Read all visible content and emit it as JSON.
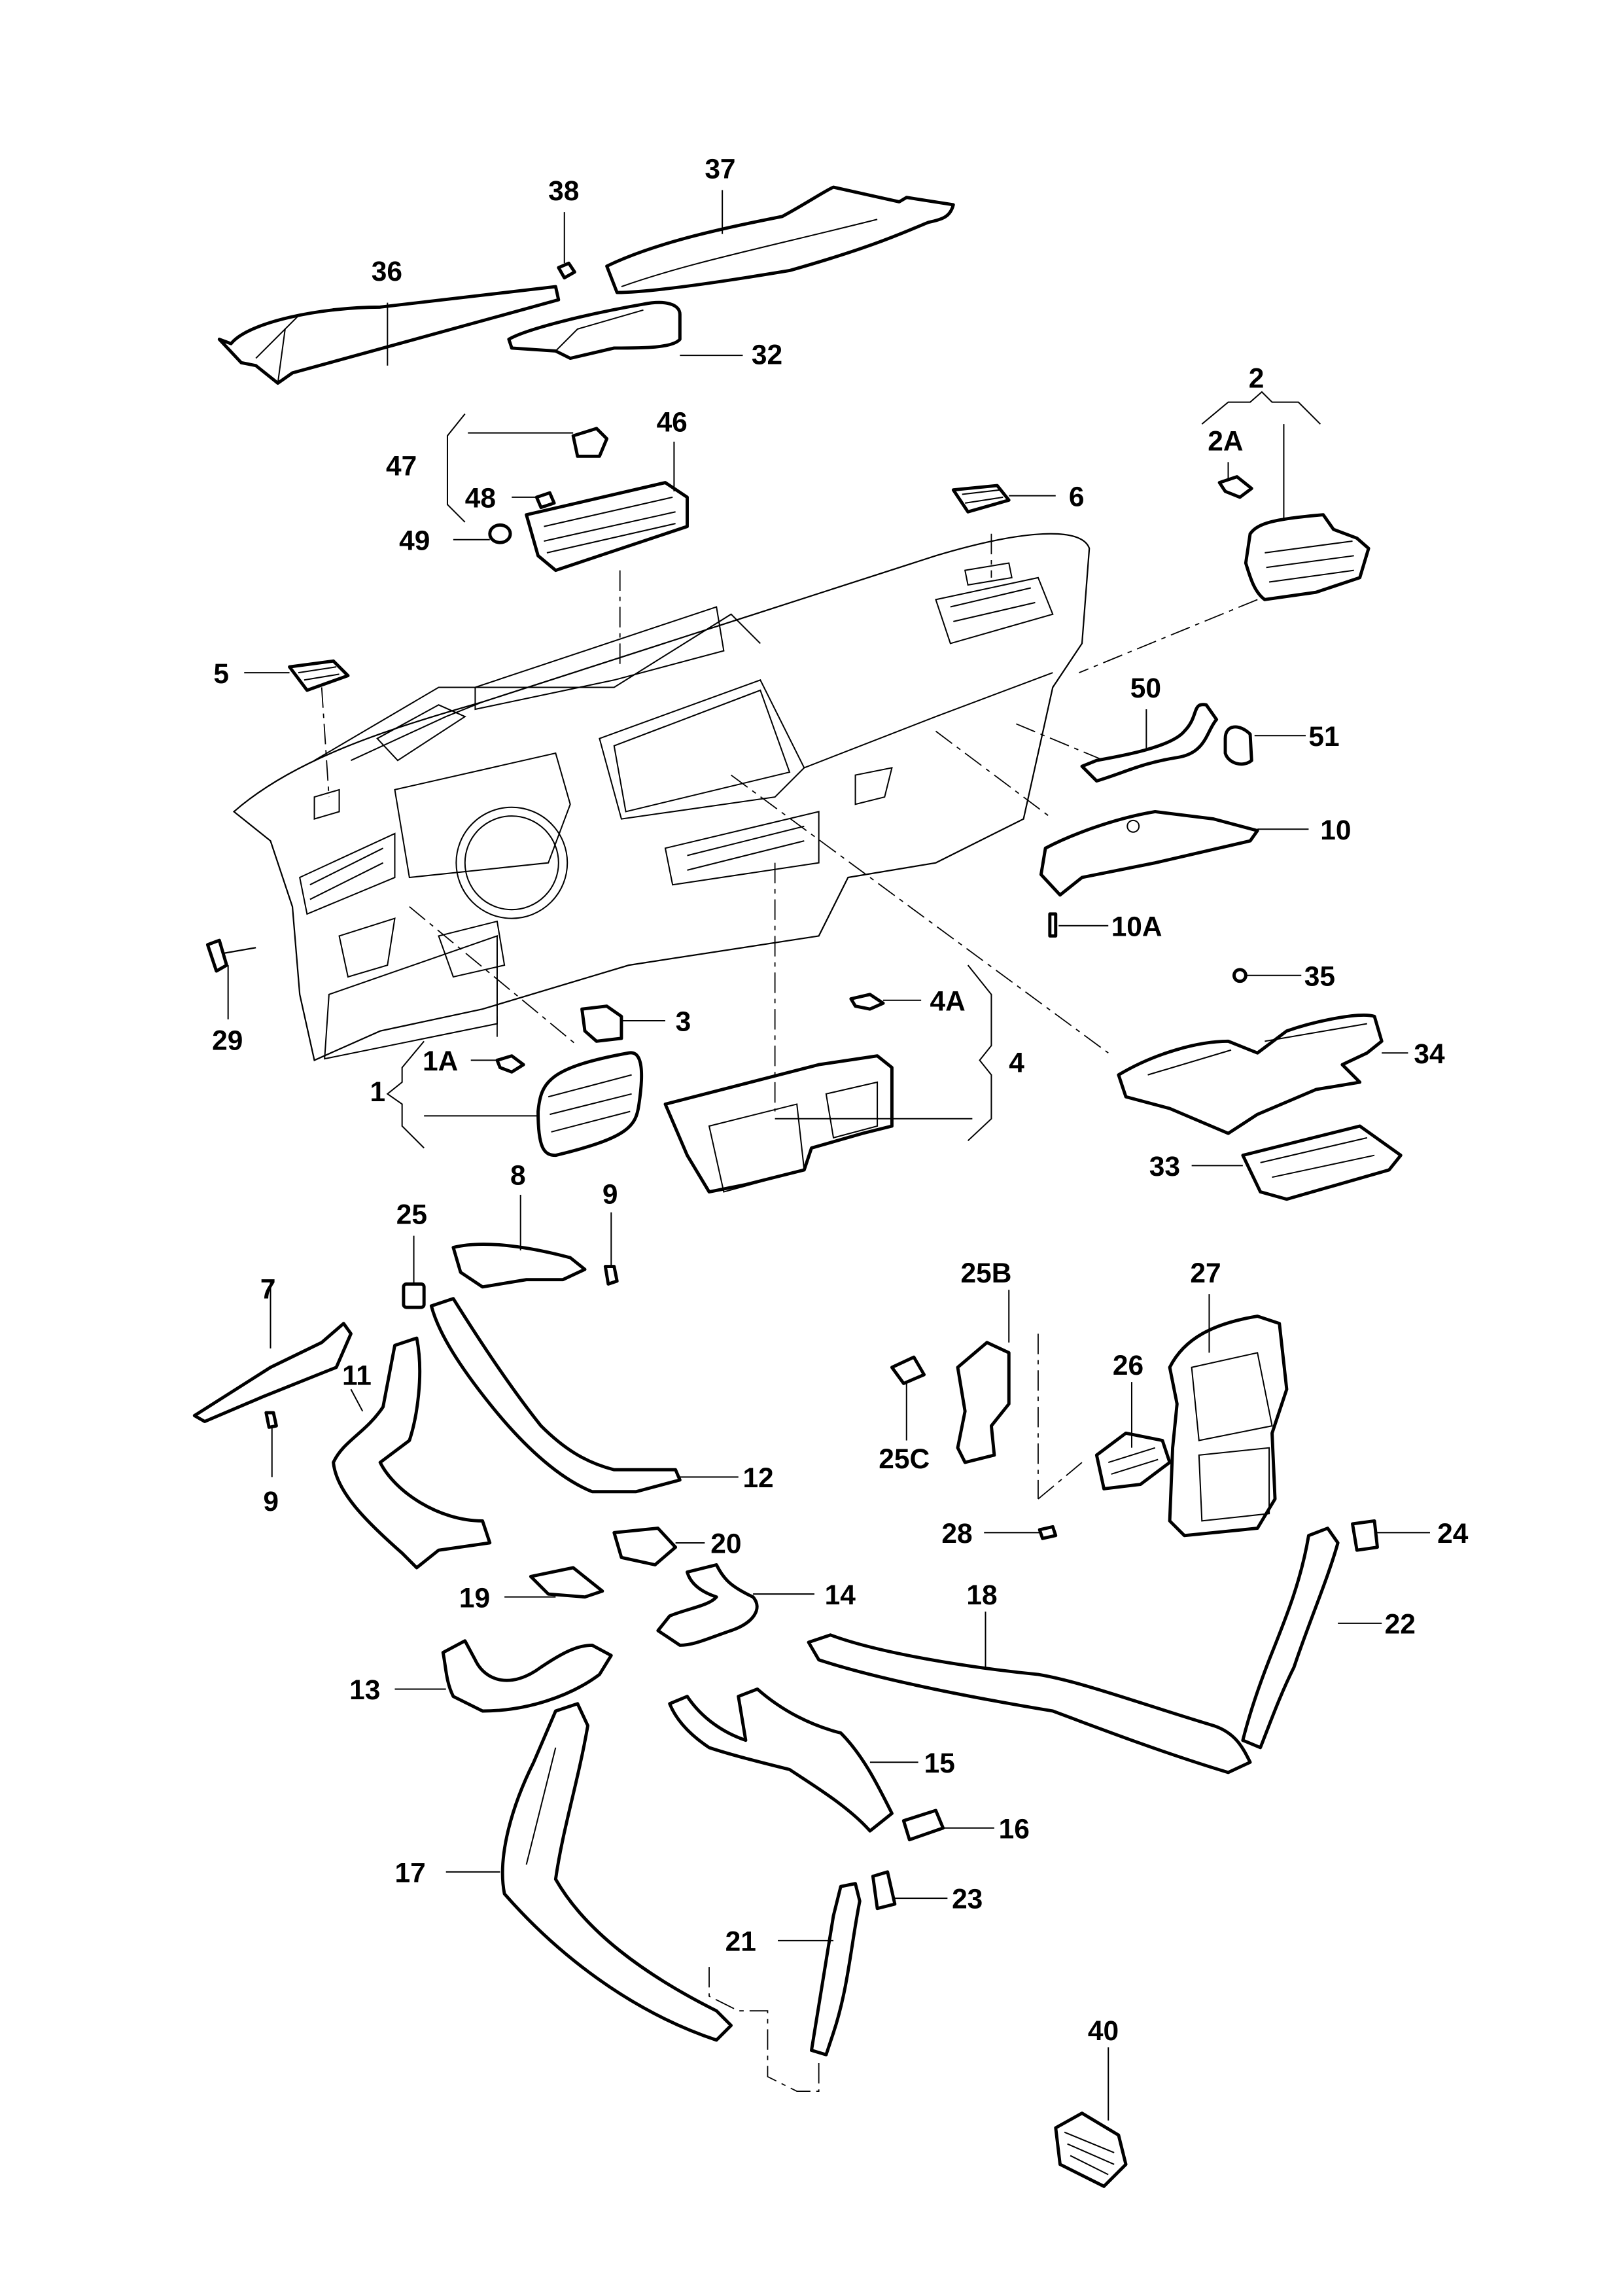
{
  "diagram": {
    "title": "Dashboard air vents and ducts — exploded parts view",
    "colors": {
      "line": "#000000",
      "background": "#ffffff"
    },
    "callouts": [
      {
        "id": "1",
        "label": "1"
      },
      {
        "id": "1A",
        "label": "1A"
      },
      {
        "id": "2",
        "label": "2"
      },
      {
        "id": "2A",
        "label": "2A"
      },
      {
        "id": "3",
        "label": "3"
      },
      {
        "id": "4",
        "label": "4"
      },
      {
        "id": "4A",
        "label": "4A"
      },
      {
        "id": "5",
        "label": "5"
      },
      {
        "id": "6",
        "label": "6"
      },
      {
        "id": "7",
        "label": "7"
      },
      {
        "id": "8",
        "label": "8"
      },
      {
        "id": "9a",
        "label": "9"
      },
      {
        "id": "9b",
        "label": "9"
      },
      {
        "id": "10",
        "label": "10"
      },
      {
        "id": "10A",
        "label": "10A"
      },
      {
        "id": "11",
        "label": "11"
      },
      {
        "id": "12",
        "label": "12"
      },
      {
        "id": "13",
        "label": "13"
      },
      {
        "id": "14",
        "label": "14"
      },
      {
        "id": "15",
        "label": "15"
      },
      {
        "id": "16",
        "label": "16"
      },
      {
        "id": "17",
        "label": "17"
      },
      {
        "id": "18",
        "label": "18"
      },
      {
        "id": "19",
        "label": "19"
      },
      {
        "id": "20",
        "label": "20"
      },
      {
        "id": "21",
        "label": "21"
      },
      {
        "id": "22",
        "label": "22"
      },
      {
        "id": "23",
        "label": "23"
      },
      {
        "id": "24",
        "label": "24"
      },
      {
        "id": "25",
        "label": "25"
      },
      {
        "id": "25B",
        "label": "25B"
      },
      {
        "id": "25C",
        "label": "25C"
      },
      {
        "id": "26",
        "label": "26"
      },
      {
        "id": "27",
        "label": "27"
      },
      {
        "id": "28",
        "label": "28"
      },
      {
        "id": "29",
        "label": "29"
      },
      {
        "id": "32",
        "label": "32"
      },
      {
        "id": "33",
        "label": "33"
      },
      {
        "id": "34",
        "label": "34"
      },
      {
        "id": "35",
        "label": "35"
      },
      {
        "id": "36",
        "label": "36"
      },
      {
        "id": "37",
        "label": "37"
      },
      {
        "id": "38",
        "label": "38"
      },
      {
        "id": "40",
        "label": "40"
      },
      {
        "id": "46",
        "label": "46"
      },
      {
        "id": "47",
        "label": "47"
      },
      {
        "id": "48",
        "label": "48"
      },
      {
        "id": "49",
        "label": "49"
      },
      {
        "id": "50",
        "label": "50"
      },
      {
        "id": "51",
        "label": "51"
      }
    ]
  }
}
